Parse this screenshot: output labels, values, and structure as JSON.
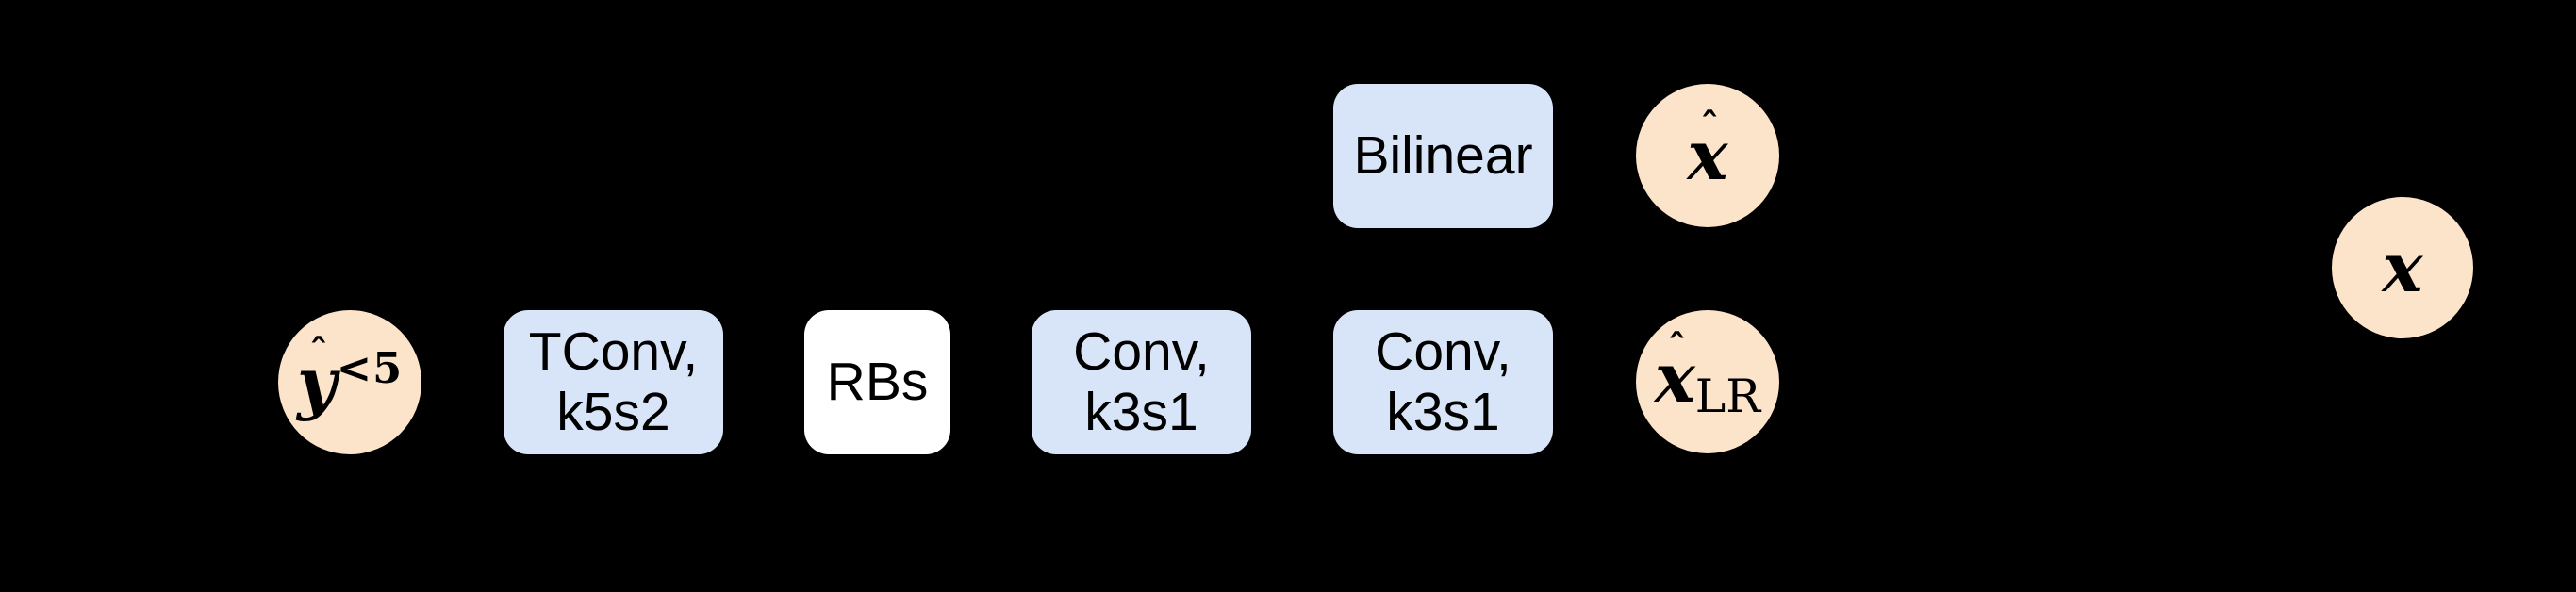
{
  "diagram": {
    "background_color": "#000000",
    "colors": {
      "block_blue": "#d8e4f7",
      "block_white": "#ffffff",
      "node_peach": "#fce4cb",
      "text": "#000000"
    },
    "nodes": {
      "y_hat": {
        "hat": "ˆ",
        "letter": "y",
        "sup": "<5"
      },
      "x_hat": {
        "hat": "ˆ",
        "letter": "x"
      },
      "x_hat_lr": {
        "hat": "ˆ",
        "letter": "x",
        "sub": "LR"
      },
      "x": {
        "letter": "x"
      }
    },
    "blocks": {
      "tconv": {
        "line1": "TConv,",
        "line2": "k5s2"
      },
      "rbs": {
        "label": "RBs"
      },
      "conv1": {
        "line1": "Conv,",
        "line2": "k3s1"
      },
      "conv2": {
        "line1": "Conv,",
        "line2": "k3s1"
      },
      "bilinear": {
        "label": "Bilinear"
      }
    }
  }
}
